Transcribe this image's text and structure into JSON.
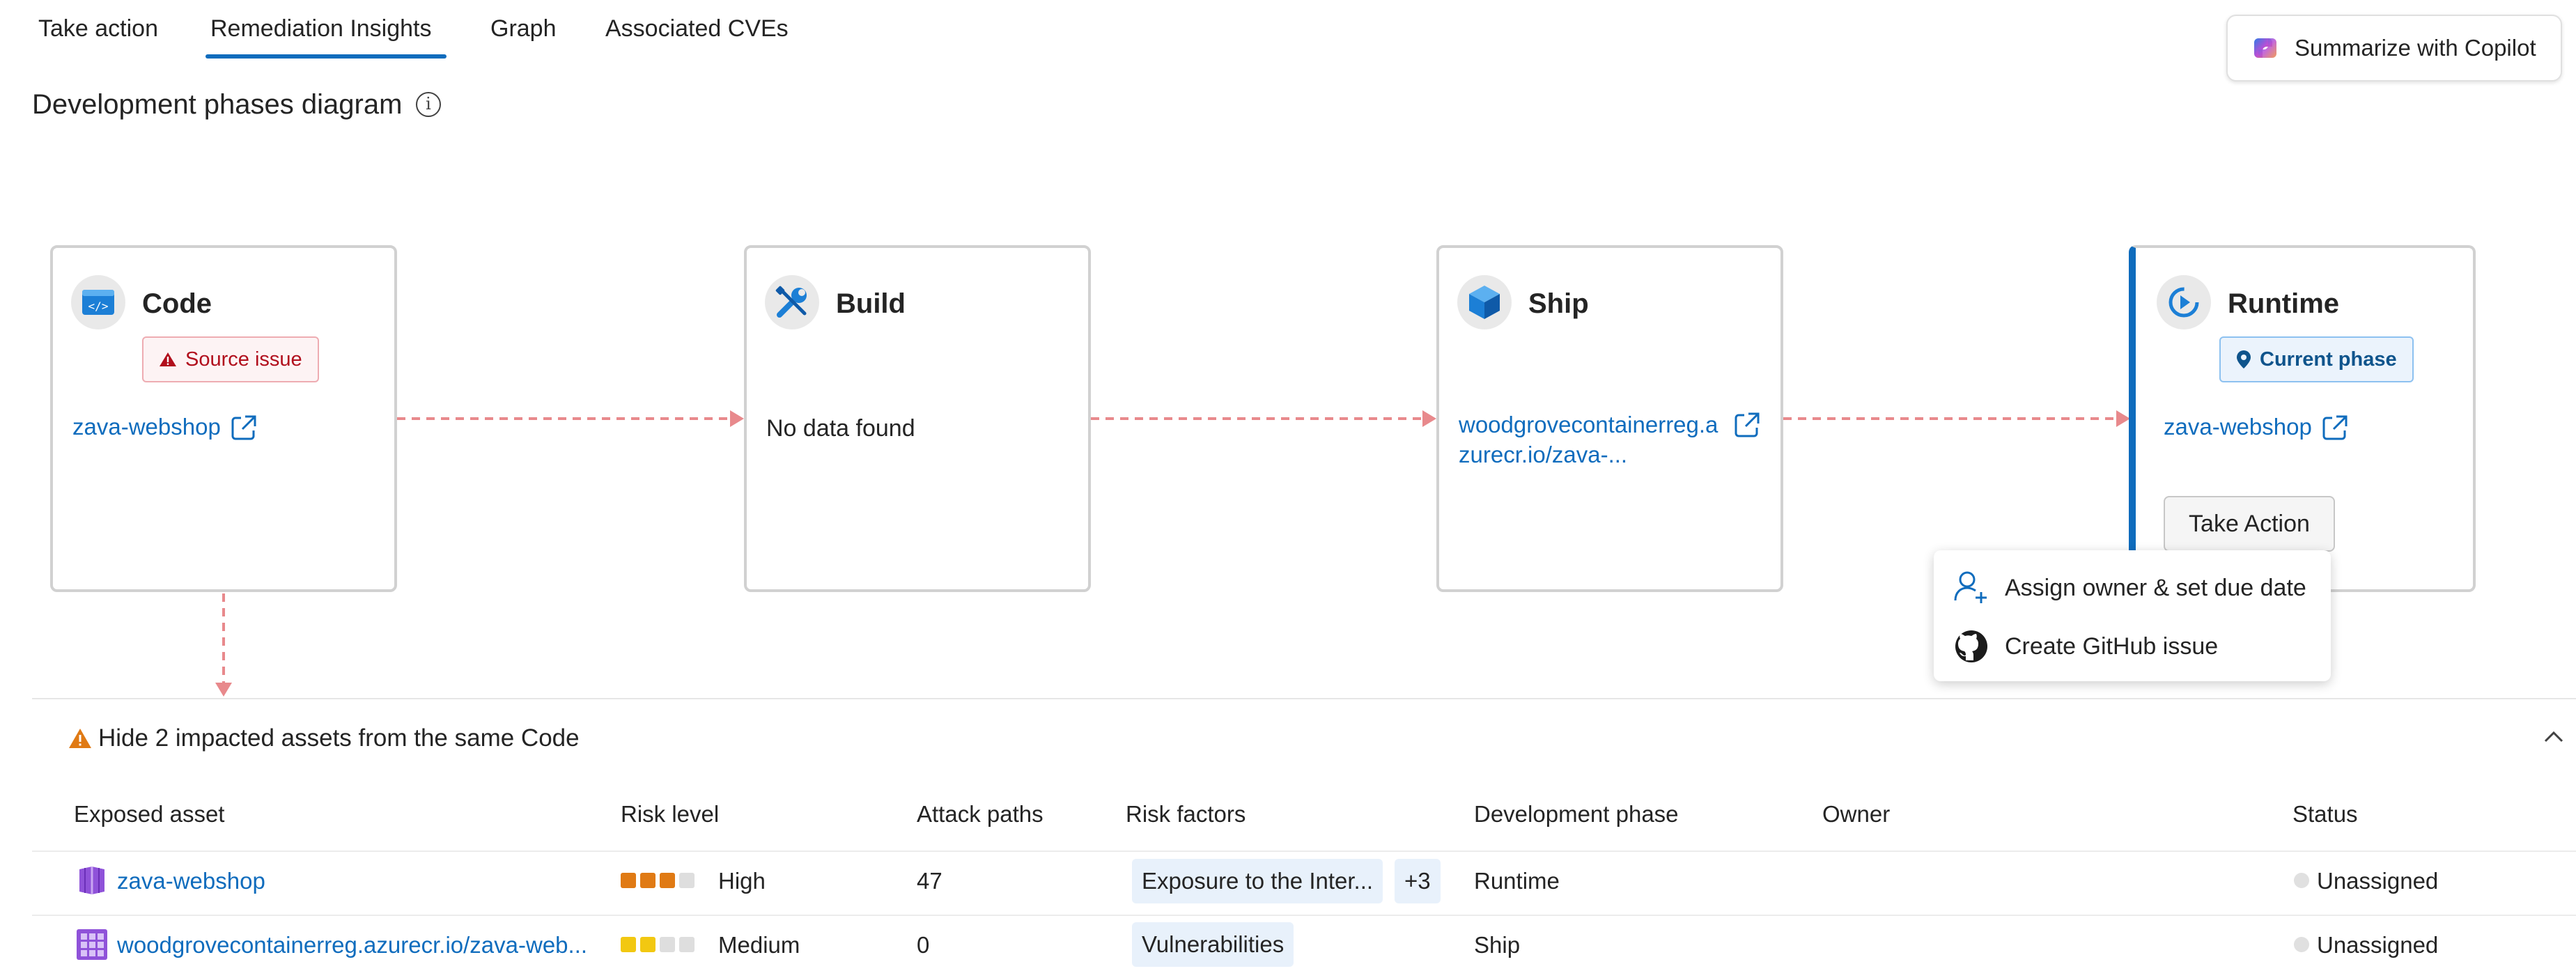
{
  "tabs": [
    {
      "label": "Take action"
    },
    {
      "label": "Remediation Insights",
      "selected": true
    },
    {
      "label": "Graph"
    },
    {
      "label": "Associated CVEs"
    }
  ],
  "copilot_button": {
    "label": "Summarize with Copilot"
  },
  "section": {
    "title": "Development phases diagram"
  },
  "phases": {
    "code": {
      "title": "Code",
      "badge": "Source issue",
      "link": "zava-webshop"
    },
    "build": {
      "title": "Build",
      "empty_text": "No data found"
    },
    "ship": {
      "title": "Ship",
      "link_line1": "woodgrovecontainerreg.a",
      "link_line2": "zurecr.io/zava-..."
    },
    "runtime": {
      "title": "Runtime",
      "badge": "Current phase",
      "link": "zava-webshop",
      "action_label": "Take Action"
    }
  },
  "action_menu": {
    "items": [
      {
        "label": "Assign owner & set due date",
        "icon": "person-add-icon"
      },
      {
        "label": "Create GitHub issue",
        "icon": "github-icon"
      }
    ]
  },
  "impacted": {
    "header": "Hide 2 impacted assets from the same Code",
    "columns": [
      "Exposed asset",
      "Risk level",
      "Attack paths",
      "Risk factors",
      "Development phase",
      "Owner",
      "Status"
    ],
    "rows": [
      {
        "asset": "zava-webshop",
        "risk": "High",
        "risk_segments_filled": 3,
        "risk_color": "#e07a14",
        "attack_paths": "47",
        "risk_factor": "Exposure to the Inter...",
        "extra_factors": "+3",
        "phase": "Runtime",
        "owner": "",
        "status": "Unassigned"
      },
      {
        "asset": "woodgrovecontainerreg.azurecr.io/zava-web...",
        "risk": "Medium",
        "risk_segments_filled": 2,
        "risk_color": "#f2c811",
        "attack_paths": "0",
        "risk_factor": "Vulnerabilities",
        "extra_factors": "",
        "phase": "Ship",
        "owner": "",
        "status": "Unassigned"
      }
    ]
  },
  "colors": {
    "accent": "#0f6cbd",
    "source_issue": "#b10e1c",
    "arrow": "#e8898c"
  }
}
